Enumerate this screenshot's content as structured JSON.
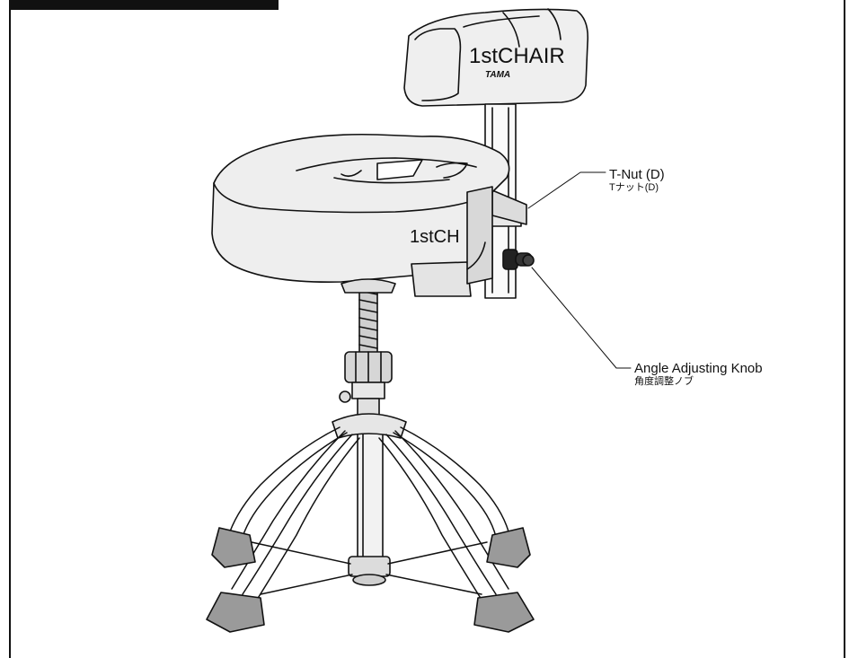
{
  "seat_logo": {
    "backrest_brand": "1stCHAIR",
    "backrest_maker": "TAMA",
    "seat_brand": "1stCH"
  },
  "callouts": [
    {
      "id": "t-nut",
      "label_en": "T-Nut (D)",
      "label_ja": "Tナット(D)"
    },
    {
      "id": "angle-knob",
      "label_en": "Angle Adjusting Knob",
      "label_ja": "角度調整ノブ"
    }
  ],
  "colors": {
    "line": "#111111",
    "seat_fill": "#eeeeee",
    "metal_fill": "#dddddd",
    "background": "#ffffff"
  }
}
